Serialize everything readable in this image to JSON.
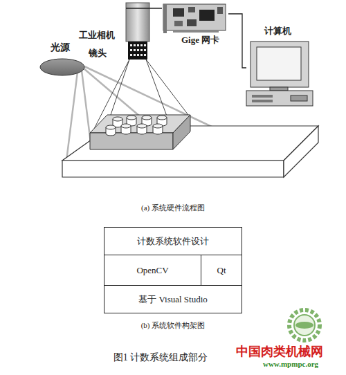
{
  "diagram": {
    "caption": "图1 计数系统组成部分",
    "nodes": [
      {
        "text": [
          "光源"
        ]
      },
      {
        "text": [
          "工业相机",
          "镜头"
        ]
      },
      {
        "text": [
          "Gige 网卡"
        ]
      },
      {
        "text": [
          "计算机"
        ]
      },
      {
        "text": [
          "计数系统软件设计"
        ]
      },
      {
        "text": [
          "OpenCV"
        ]
      },
      {
        "text": [
          "Qt"
        ]
      },
      {
        "text": [
          "基于 Visual Studio"
        ]
      }
    ],
    "edges": [
      {
        "from": 1,
        "to": 2,
        "arrow": "none"
      },
      {
        "from": 2,
        "to": 3,
        "arrow": "none"
      }
    ],
    "labels": [
      "(a) 系统硬件流程图",
      "(b) 系统软件构架图",
      "中国肉类机械网",
      "www.mpmpc.org"
    ]
  }
}
